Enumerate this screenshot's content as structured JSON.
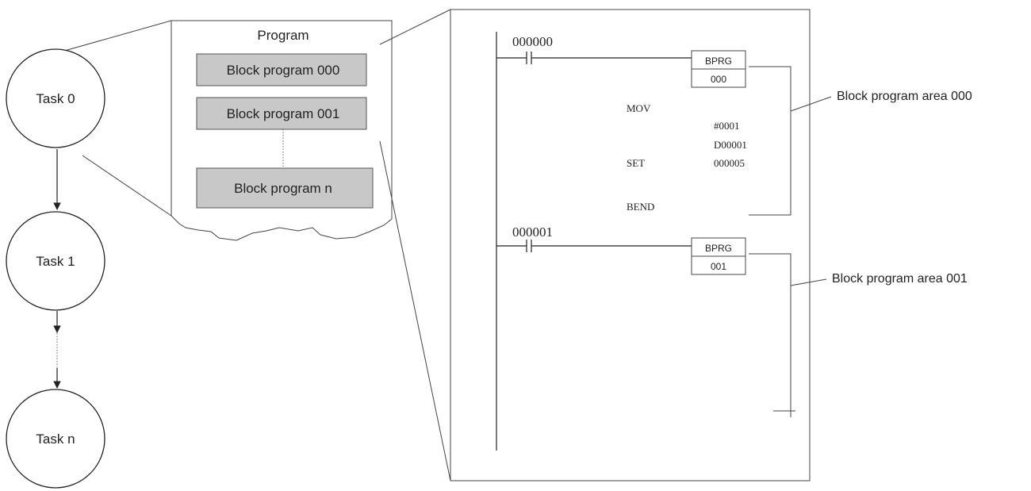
{
  "tasks": {
    "task0": "Task 0",
    "task1": "Task 1",
    "taskn": "Task n"
  },
  "program": {
    "title": "Program",
    "block000": "Block program 000",
    "block001": "Block program 001",
    "blockn": "Block program n"
  },
  "ladder": {
    "rung1_address": "000000",
    "rung1_instruction": "BPRG",
    "rung1_operand": "000",
    "mov_instruction": "MOV",
    "mov_source": "#0001",
    "mov_dest": "D00001",
    "set_instruction": "SET",
    "set_operand": "000005",
    "bend_instruction": "BEND",
    "rung2_address": "000001",
    "rung2_instruction": "BPRG",
    "rung2_operand": "001"
  },
  "areas": {
    "area000": "Block program area 000",
    "area001": "Block program area 001"
  }
}
